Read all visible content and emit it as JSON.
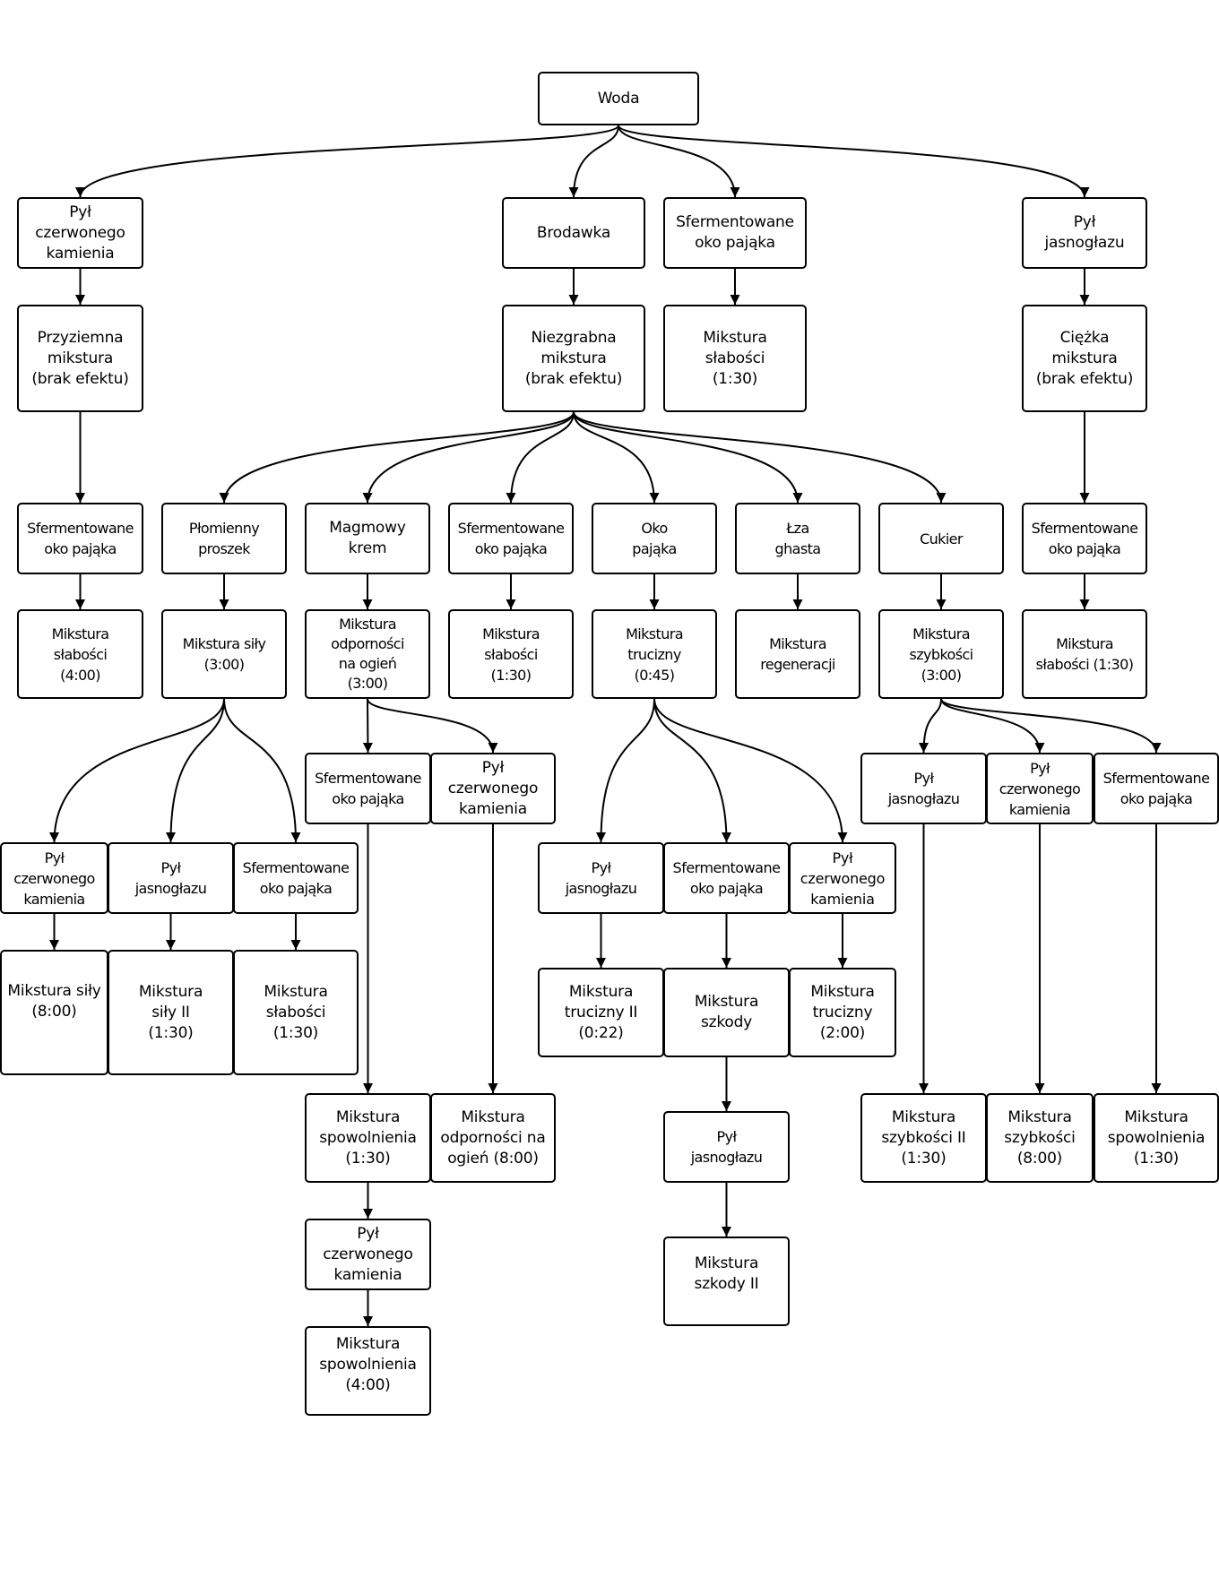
{
  "diagram": {
    "nodes": {
      "woda": "Woda",
      "pyl_czerw_1": "Pył\nczerwonego\nkamienia",
      "brodawka": "Brodawka",
      "sferm_top": "Sfermentowane\noko pająka",
      "pyl_jasn_1": "Pył\njasnogłazu",
      "przyziemna": "Przyziemna\nmikstura\n(brak efektu)",
      "niezgrabna": "Niezgrabna\nmikstura\n(brak efektu)",
      "slabosci_130_top": "Mikstura\nsłabości\n(1:30)",
      "ciezka": "Ciężka\nmikstura\n(brak efektu)",
      "sferm_przyz": "Sfermentowane\noko pająka",
      "plomienny": "Płomienny\nproszek",
      "magmowy": "Magmowy\nkrem",
      "sferm_niez": "Sfermentowane\noko pająka",
      "oko": "Oko\npająka",
      "lza": "Łza\nghasta",
      "cukier": "Cukier",
      "sferm_ciez": "Sfermentowane\noko pająka",
      "slabosci_400": "Mikstura\nsłabości\n(4:00)",
      "sily_300": "Mikstura siły\n(3:00)",
      "odpornosci_300": "Mikstura\nodporności\nna ogień\n(3:00)",
      "slabosci_130_mid": "Mikstura\nsłabości\n(1:30)",
      "trucizny_045": "Mikstura\ntrucizny\n(0:45)",
      "regeneracji": "Mikstura\nregeneracji",
      "szybkosci_300": "Mikstura\nszybkości\n(3:00)",
      "slabosci_130_right": "Mikstura\nsłabości (1:30)",
      "sferm_magm": "Sfermentowane\noko pająka",
      "pyl_czerw_magm": "Pył\nczerwonego\nkamienia",
      "pyl_jasn_cuk": "Pył\njasnogłazu",
      "pyl_czerw_cuk": "Pył\nczerwonego\nkamienia",
      "sferm_cuk": "Sfermentowane\noko pająka",
      "pyl_czerw_sily": "Pył\nczerwonego\nkamienia",
      "pyl_jasn_sily": "Pył\njasnogłazu",
      "sferm_sily": "Sfermentowane\noko pająka",
      "pyl_jasn_truc": "Pył\njasnogłazu",
      "sferm_truc": "Sfermentowane\noko pająka",
      "pyl_czerw_truc": "Pył\nczerwonego\nkamienia",
      "sily_800": "Mikstura siły\n(8:00)",
      "sily2_130": "Mikstura\nsiły II\n(1:30)",
      "slabosci_130_low": "Mikstura\nsłabości\n(1:30)",
      "trucizny2_022": "Mikstura\ntrucizny II\n(0:22)",
      "szkody": "Mikstura\nszkody",
      "trucizny_200": "Mikstura\ntrucizny\n(2:00)",
      "spowolnienia_130_a": "Mikstura\nspowolnienia\n(1:30)",
      "odpornosci_800": "Mikstura\nodporności na\nogień (8:00)",
      "szybkosci2_130": "Mikstura\nszybkości II\n(1:30)",
      "szybkosci_800": "Mikstura\nszybkości\n(8:00)",
      "spowolnienia_130_b": "Mikstura\nspowolnienia\n(1:30)",
      "pyl_jasn_szk": "Pył\njasnogłazu",
      "szkody2": "Mikstura\nszkody II",
      "pyl_czerw_spow": "Pył\nczerwonego\nkamienia",
      "spowolnienia_400": "Mikstura\nspowolnienia\n(4:00)"
    },
    "edges": [
      [
        "woda",
        "pyl_czerw_1"
      ],
      [
        "woda",
        "brodawka"
      ],
      [
        "woda",
        "sferm_top"
      ],
      [
        "woda",
        "pyl_jasn_1"
      ],
      [
        "pyl_czerw_1",
        "przyziemna"
      ],
      [
        "brodawka",
        "niezgrabna"
      ],
      [
        "sferm_top",
        "slabosci_130_top"
      ],
      [
        "pyl_jasn_1",
        "ciezka"
      ],
      [
        "przyziemna",
        "sferm_przyz"
      ],
      [
        "ciezka",
        "sferm_ciez"
      ],
      [
        "niezgrabna",
        "plomienny"
      ],
      [
        "niezgrabna",
        "magmowy"
      ],
      [
        "niezgrabna",
        "sferm_niez"
      ],
      [
        "niezgrabna",
        "oko"
      ],
      [
        "niezgrabna",
        "lza"
      ],
      [
        "niezgrabna",
        "cukier"
      ],
      [
        "sferm_przyz",
        "slabosci_400"
      ],
      [
        "plomienny",
        "sily_300"
      ],
      [
        "magmowy",
        "odpornosci_300"
      ],
      [
        "sferm_niez",
        "slabosci_130_mid"
      ],
      [
        "oko",
        "trucizny_045"
      ],
      [
        "lza",
        "regeneracji"
      ],
      [
        "cukier",
        "szybkosci_300"
      ],
      [
        "sferm_ciez",
        "slabosci_130_right"
      ],
      [
        "sily_300",
        "pyl_czerw_sily"
      ],
      [
        "sily_300",
        "pyl_jasn_sily"
      ],
      [
        "sily_300",
        "sferm_sily"
      ],
      [
        "pyl_czerw_sily",
        "sily_800"
      ],
      [
        "pyl_jasn_sily",
        "sily2_130"
      ],
      [
        "sferm_sily",
        "slabosci_130_low"
      ],
      [
        "odpornosci_300",
        "sferm_magm"
      ],
      [
        "odpornosci_300",
        "pyl_czerw_magm"
      ],
      [
        "sferm_magm",
        "spowolnienia_130_a"
      ],
      [
        "pyl_czerw_magm",
        "odpornosci_800"
      ],
      [
        "spowolnienia_130_a",
        "pyl_czerw_spow"
      ],
      [
        "pyl_czerw_spow",
        "spowolnienia_400"
      ],
      [
        "trucizny_045",
        "pyl_jasn_truc"
      ],
      [
        "trucizny_045",
        "sferm_truc"
      ],
      [
        "trucizny_045",
        "pyl_czerw_truc"
      ],
      [
        "pyl_jasn_truc",
        "trucizny2_022"
      ],
      [
        "sferm_truc",
        "szkody"
      ],
      [
        "pyl_czerw_truc",
        "trucizny_200"
      ],
      [
        "szkody",
        "pyl_jasn_szk"
      ],
      [
        "pyl_jasn_szk",
        "szkody2"
      ],
      [
        "szybkosci_300",
        "pyl_jasn_cuk"
      ],
      [
        "szybkosci_300",
        "pyl_czerw_cuk"
      ],
      [
        "szybkosci_300",
        "sferm_cuk"
      ],
      [
        "pyl_jasn_cuk",
        "szybkosci2_130"
      ],
      [
        "pyl_czerw_cuk",
        "szybkosci_800"
      ],
      [
        "sferm_cuk",
        "spowolnienia_130_b"
      ]
    ]
  }
}
